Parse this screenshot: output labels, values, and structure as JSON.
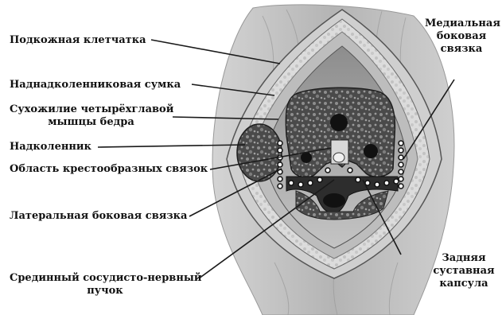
{
  "labels": {
    "subcutaneous": "Подкожная клетчатка",
    "suprapatellar_bursa": "Наднадколенниковая сумка",
    "quadriceps_tendon_1": "Сухожилие четырёхглавой",
    "quadriceps_tendon_2": "мышцы бедра",
    "patella": "Надколенник",
    "cruciate_area": "Область крестообразных связок",
    "lateral_collateral": "Латеральная боковая связка",
    "neurovascular_1": "Срединный сосудисто-нервный",
    "neurovascular_2": "пучок",
    "medial_collateral_1": "Медиальная",
    "medial_collateral_2": "боковая",
    "medial_collateral_3": "связка",
    "posterior_capsule_1": "Задняя",
    "posterior_capsule_2": "суставная",
    "posterior_capsule_3": "капсула"
  },
  "colors": {
    "background": "#ffffff",
    "label_text": "#111111",
    "leader_line": "#1a1a1a",
    "skin": "#c8c8c8",
    "subcutaneous_fat": "#e6e6e6",
    "muscle": "#a9a9a9",
    "bone": "#3b3b3b",
    "cartilage": "#f2f2f2",
    "cavity": "#9a9a9a"
  },
  "icons": {
    "suture_marker": "white-dot-on-dark"
  }
}
